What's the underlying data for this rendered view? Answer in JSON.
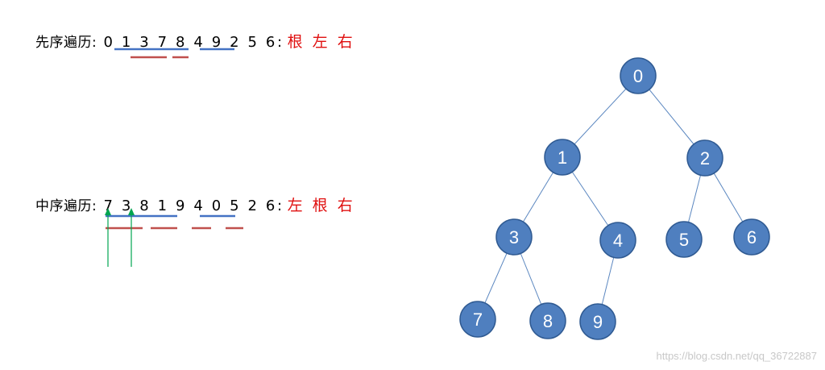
{
  "preorder": {
    "label": "先序遍历:",
    "digits": " 0 1 3 7 8 4 9 2 5 6:",
    "order": "根 左 右"
  },
  "inorder": {
    "label": "中序遍历:",
    "digits": " 7 3 8 1 9 4 0 5 2 6:",
    "order": "左 根 右"
  },
  "tree": {
    "nodes": [
      "0",
      "1",
      "2",
      "3",
      "4",
      "5",
      "6",
      "7",
      "8",
      "9"
    ]
  },
  "colors": {
    "node_fill": "#4f7fbf",
    "node_stroke": "#2f5a92",
    "edge": "#5b87c0",
    "blue_underline": "#4472c4",
    "red_underline": "#c0504d",
    "green_arrow": "#00a550",
    "order_text": "#e01010"
  },
  "watermark": "https://blog.csdn.net/qq_36722887"
}
